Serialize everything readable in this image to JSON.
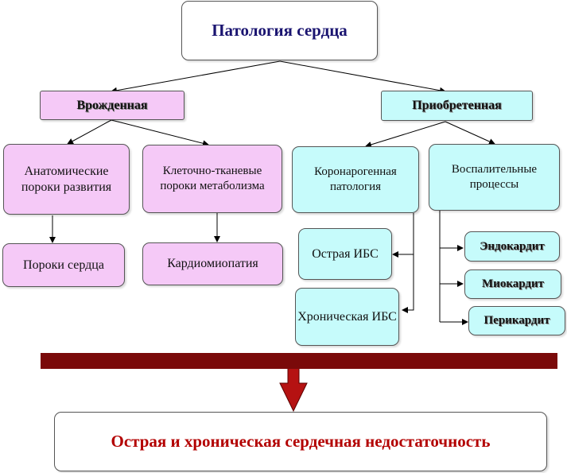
{
  "root": {
    "label": "Патология сердца"
  },
  "congenital": {
    "label": "Врожденная",
    "children": [
      {
        "label": "Анатомические пороки развития",
        "child": "Пороки сердца"
      },
      {
        "label": "Клеточно-тканевые пороки метаболизма",
        "child": "Кардиомиопатия"
      }
    ]
  },
  "acquired": {
    "label": "Приобретенная",
    "coronary": {
      "label": "Коронарогенная патология",
      "children": [
        "Острая ИБС",
        "Хроническая ИБС"
      ]
    },
    "inflammatory": {
      "label": "Воспалительные процессы",
      "children": [
        "Эндокардит",
        "Миокардит",
        "Перикардит"
      ]
    }
  },
  "result": {
    "label": "Острая и хроническая сердечная недостаточность"
  },
  "colors": {
    "pink": "#f5c9f7",
    "cyan": "#c6fbfb",
    "band": "#7a0a0a",
    "root_text": "#1a1470",
    "result_text": "#b30000"
  }
}
